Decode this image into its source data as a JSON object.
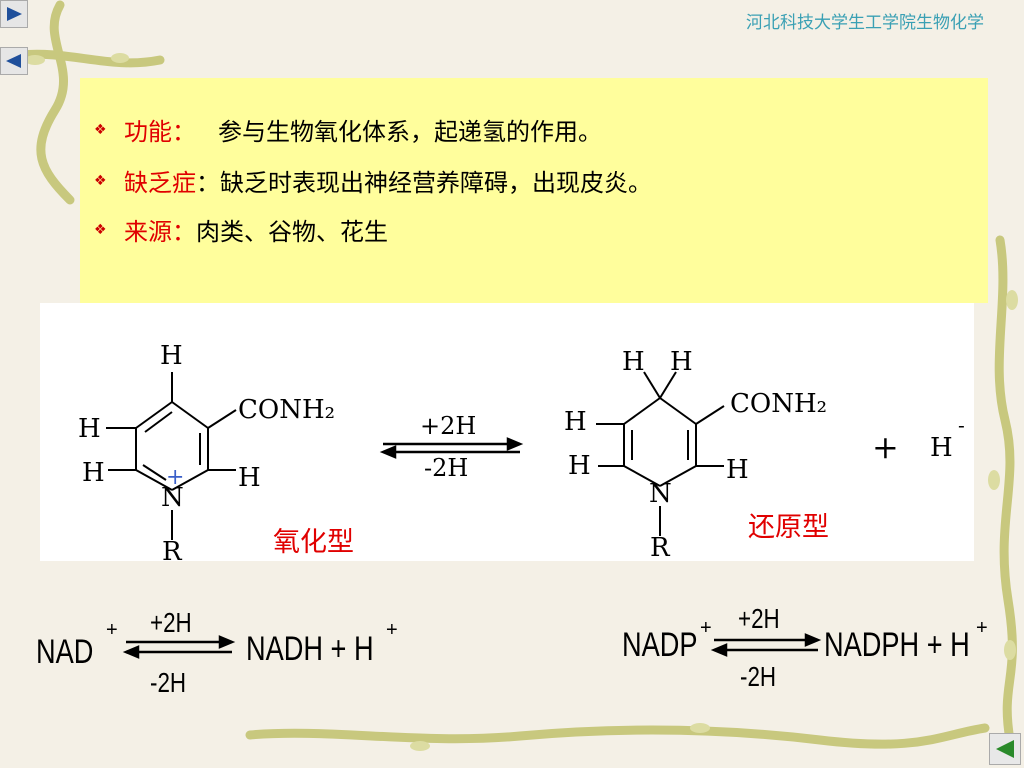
{
  "header": {
    "title": "河北科技大学生工学院生物化学"
  },
  "nav": {
    "forward_icon": "triangle-right-icon",
    "back_icon": "triangle-left-icon"
  },
  "info": {
    "items": [
      {
        "label": "功能：",
        "text": "参与生物氧化体系，起递氢的作用。"
      },
      {
        "label": "缺乏症",
        "text": "：缺乏时表现出神经营养障碍，出现皮炎。"
      },
      {
        "label": "来源：",
        "text": "肉类、谷物、花生"
      }
    ]
  },
  "structures": {
    "oxidized_label": "氧化型",
    "reduced_label": "还原型",
    "forward_cond": "+2H",
    "reverse_cond": "-2H",
    "plus": "+",
    "hydride": "H",
    "hydride_charge": "-",
    "group": "CONH₂",
    "ring_n": "N",
    "ring_r": "R",
    "h": "H",
    "charge_plus": "+"
  },
  "equations": {
    "nad": {
      "left": "NAD",
      "left_sup": "+",
      "forward": "+2H",
      "reverse": "-2H",
      "right": "NADH + H",
      "right_sup": "+"
    },
    "nadp": {
      "left": "NADP",
      "left_sup": "+",
      "forward": "+2H",
      "reverse": "-2H",
      "right": "NADPH + H",
      "right_sup": "+"
    }
  },
  "colors": {
    "accent_red": "#e00000",
    "title_teal": "#3aa0b4",
    "box_yellow": "#fffe9c"
  }
}
